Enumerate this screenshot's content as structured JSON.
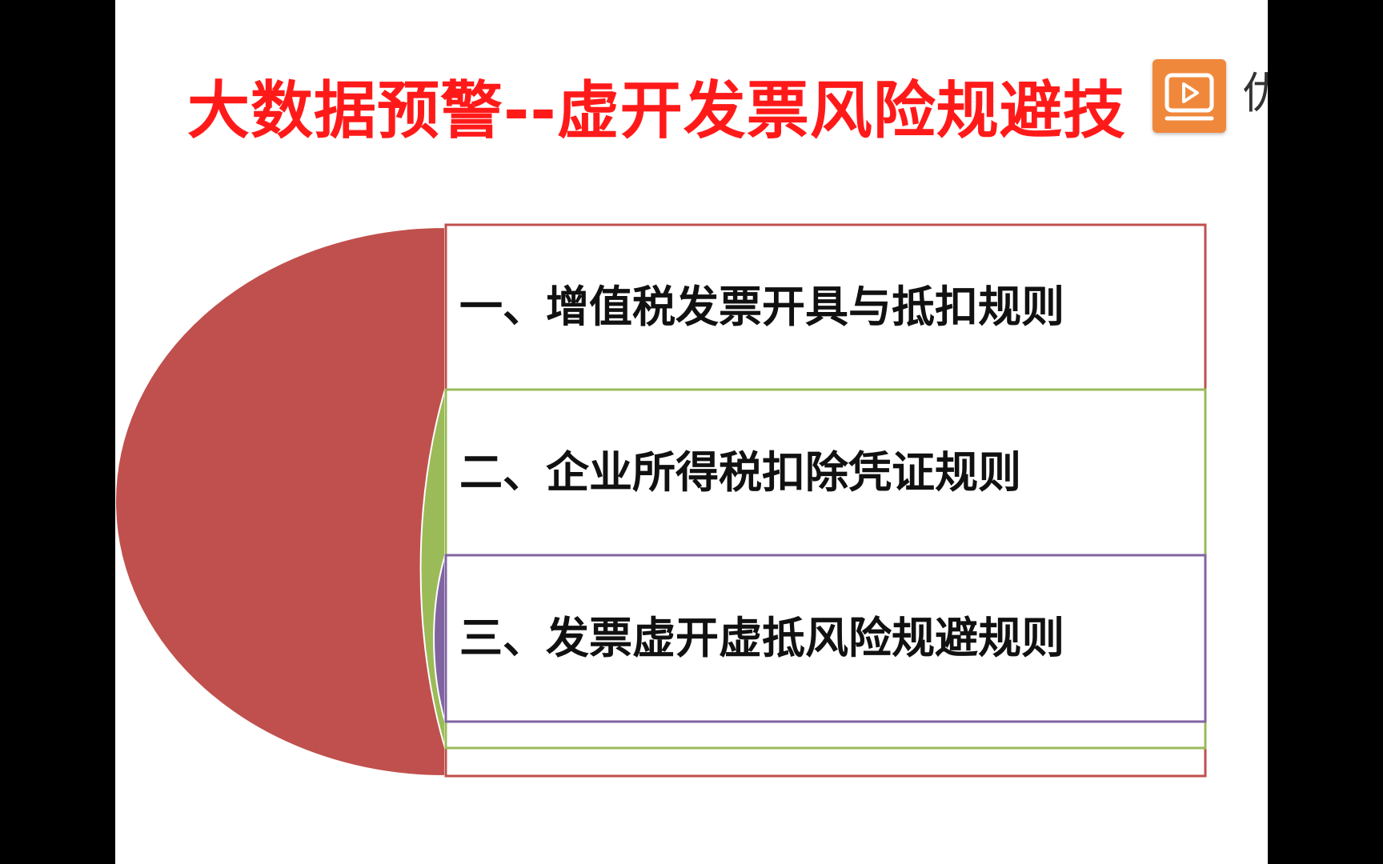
{
  "slide": {
    "title": "大数据预警--虚开发票风险规避技",
    "title_color": "#ff1a1a"
  },
  "logo": {
    "icon": "video-play-icon",
    "text": "优",
    "bg_color": "#f0883c"
  },
  "diagram": {
    "items": [
      {
        "label": "一、增值税发票开具与抵扣规则",
        "color": "#c0504d"
      },
      {
        "label": "二、企业所得税扣除凭证规则",
        "color": "#9bbb59"
      },
      {
        "label": "三、发票虚开虚抵风险规避规则",
        "color": "#8064a2"
      }
    ]
  }
}
